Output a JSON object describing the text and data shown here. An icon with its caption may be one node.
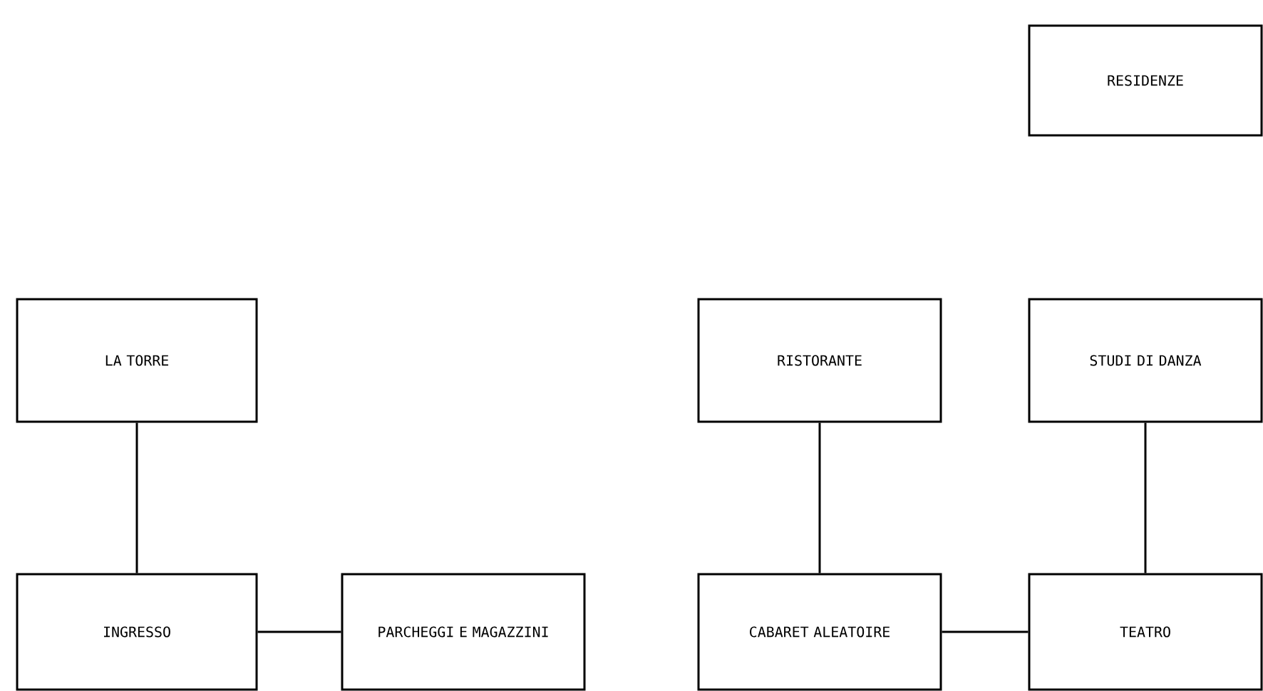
{
  "diagram": {
    "nodes": [
      {
        "text": [
          "RESIDENZE"
        ]
      },
      {
        "text": [
          "LA TORRE"
        ]
      },
      {
        "text": [
          "RISTORANTE"
        ]
      },
      {
        "text": [
          "STUDI DI DANZA"
        ]
      },
      {
        "text": [
          "INGRESSO"
        ]
      },
      {
        "text": [
          "PARCHEGGI E MAGAZZINI"
        ]
      },
      {
        "text": [
          "CABARET ALEATOIRE"
        ]
      },
      {
        "text": [
          "TEATRO"
        ]
      }
    ],
    "edges": [
      {
        "from": 1,
        "to": 4,
        "arrow": "none"
      },
      {
        "from": 4,
        "to": 5,
        "arrow": "none"
      },
      {
        "from": 2,
        "to": 6,
        "arrow": "none"
      },
      {
        "from": 6,
        "to": 7,
        "arrow": "none"
      },
      {
        "from": 3,
        "to": 7,
        "arrow": "none"
      }
    ]
  }
}
